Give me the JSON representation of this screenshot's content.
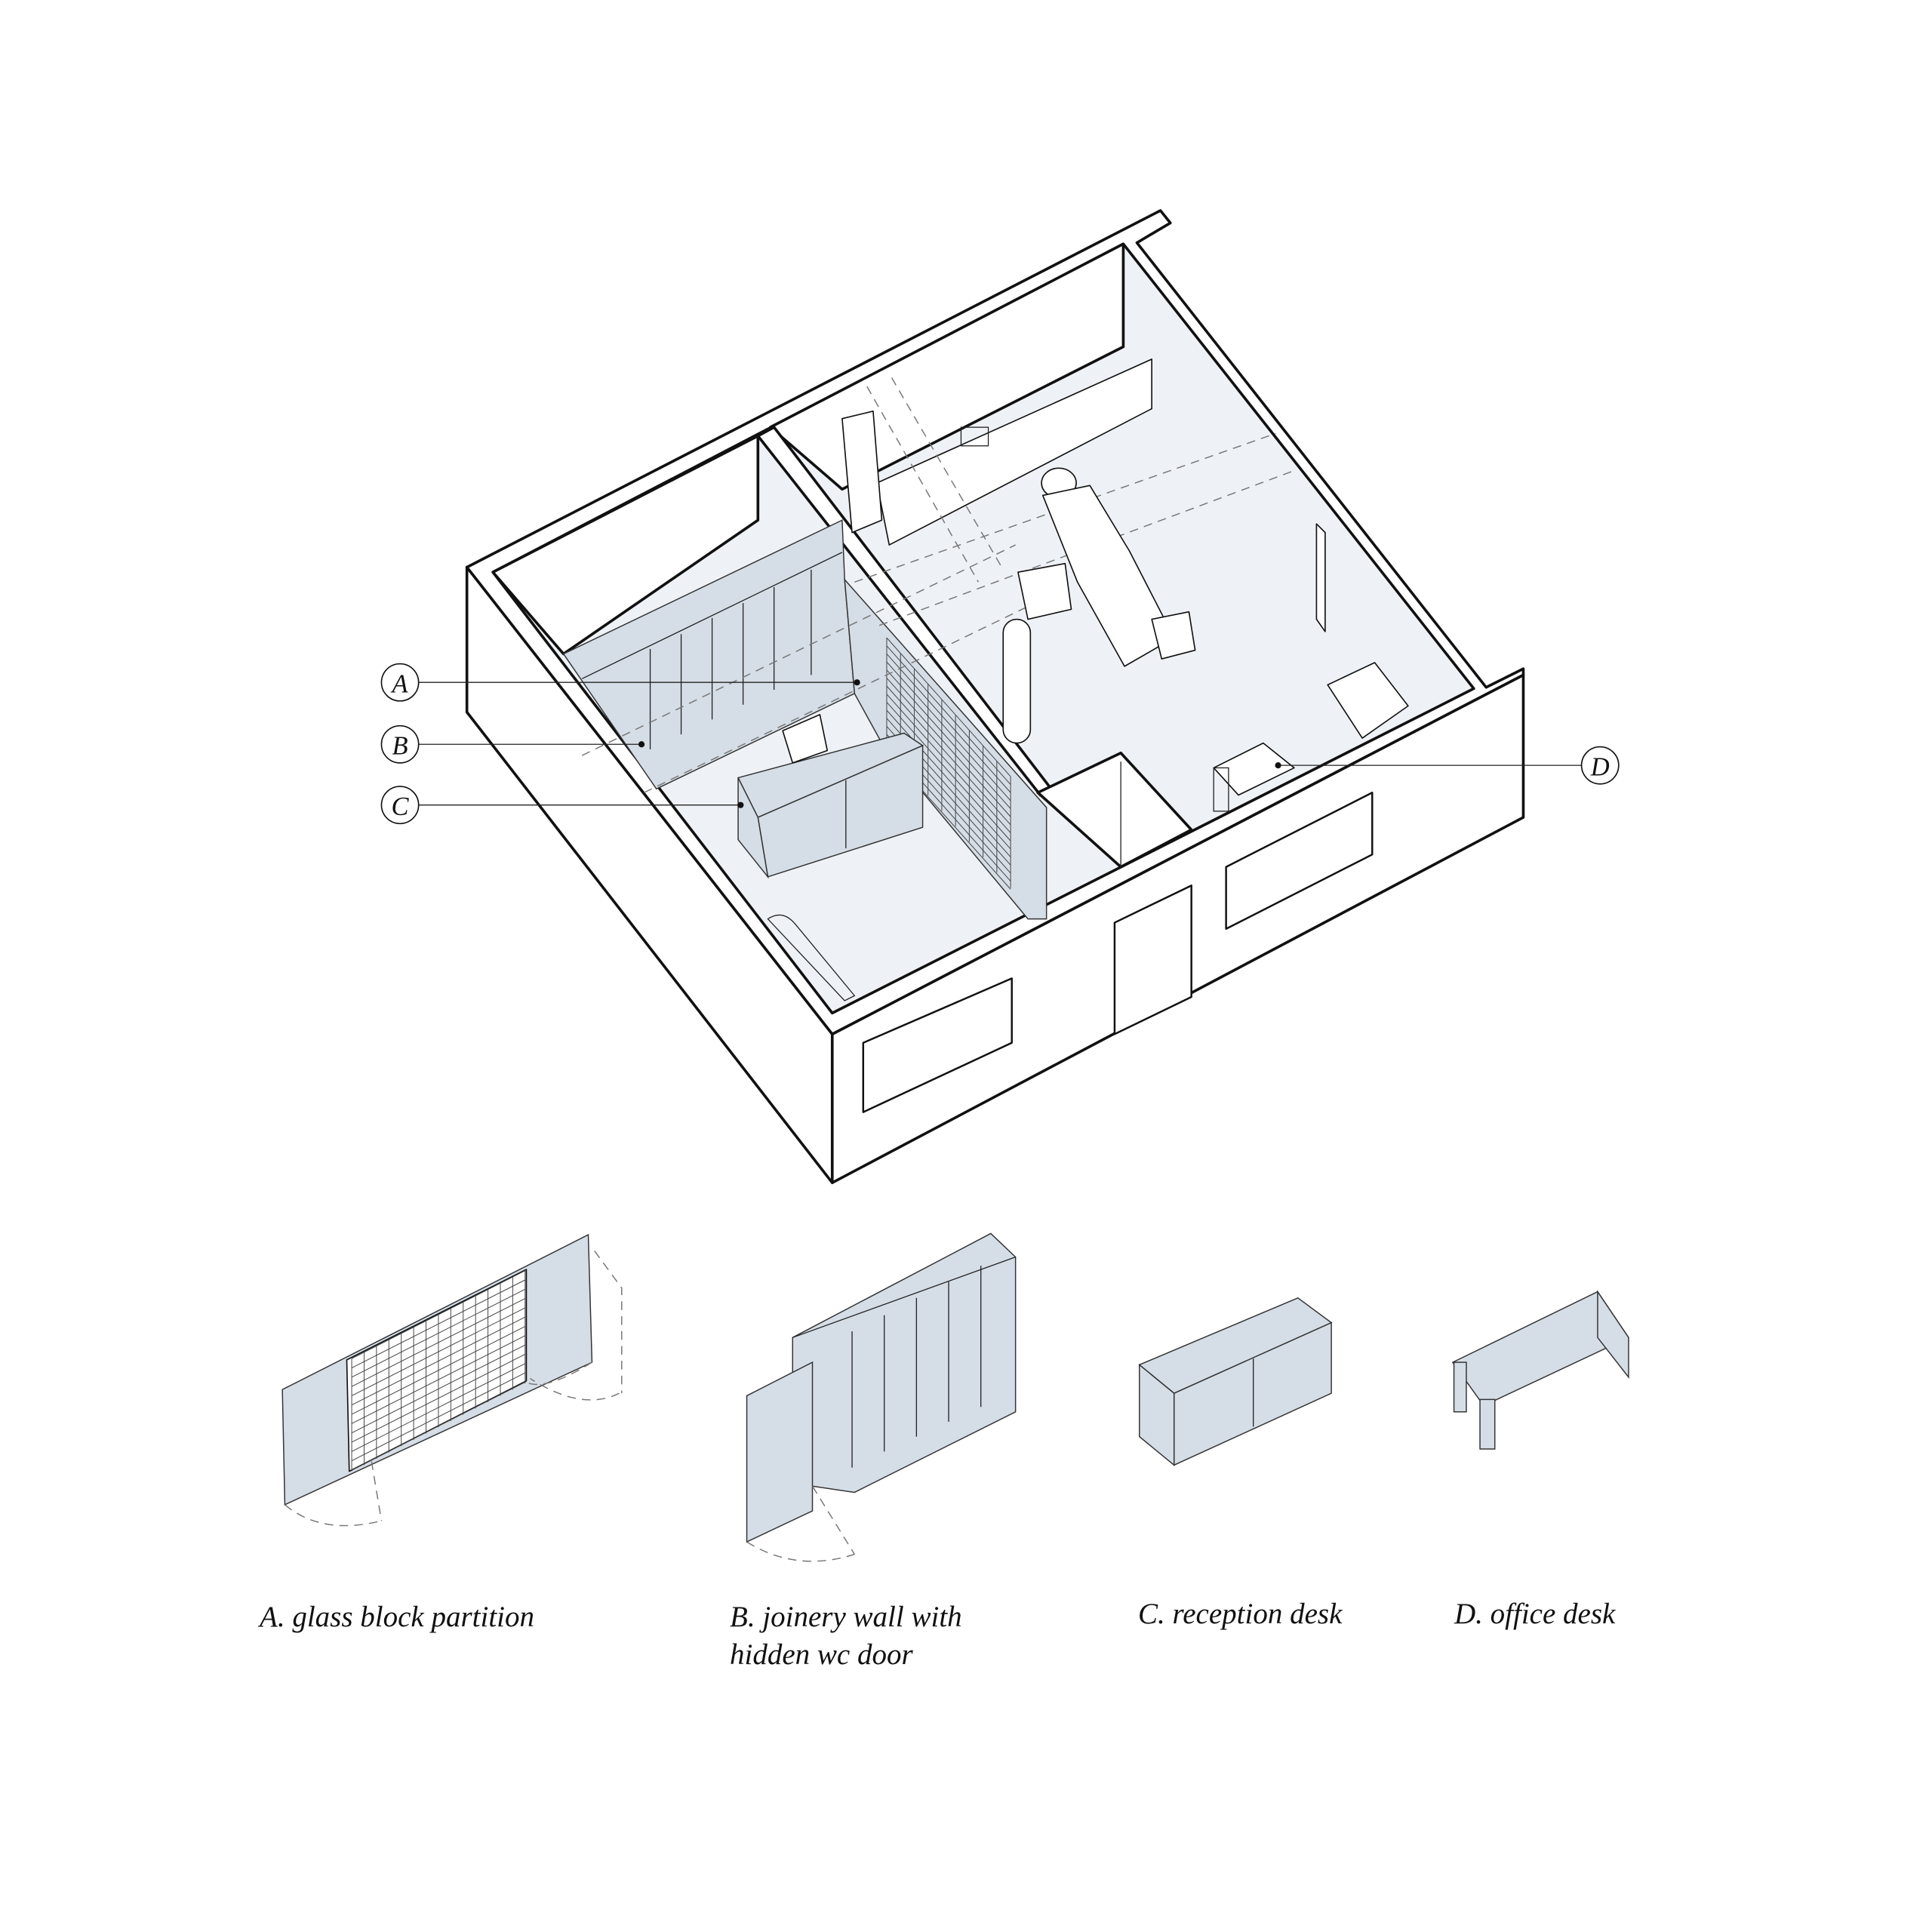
{
  "drawing": {
    "title": "Axonometric view of clinic interior",
    "colors": {
      "line": "#111111",
      "floor": "#eef2f6",
      "joinery": "#d5dde6",
      "background": "#ffffff"
    },
    "callouts": [
      {
        "letter": "A"
      },
      {
        "letter": "B"
      },
      {
        "letter": "C"
      },
      {
        "letter": "D"
      }
    ]
  },
  "legend": [
    {
      "caption": "A. glass block partition"
    },
    {
      "caption": "B. joinery wall with",
      "caption2": "hidden wc door"
    },
    {
      "caption": "C. reception desk"
    },
    {
      "caption": "D. office desk"
    }
  ]
}
